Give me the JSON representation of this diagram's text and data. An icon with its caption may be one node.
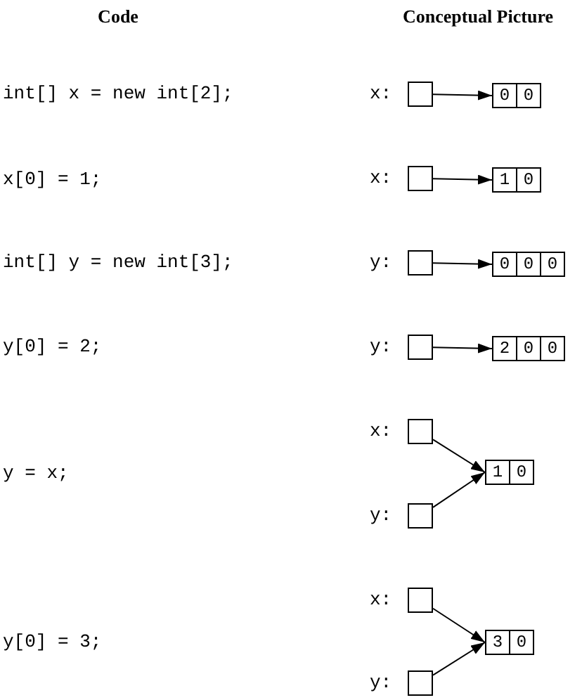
{
  "diagram": {
    "nodes": [
      {
        "text": [],
        "shape": "box",
        "beside": [
          "x:"
        ]
      },
      {
        "text": [],
        "shape": "box"
      },
      {
        "text": [
          "0"
        ],
        "in": 1
      },
      {
        "text": [
          "0"
        ],
        "in": 1
      },
      {
        "text": [],
        "shape": "box",
        "beside": [
          "x:"
        ]
      },
      {
        "text": [],
        "shape": "box"
      },
      {
        "text": [
          "1"
        ],
        "in": 5
      },
      {
        "text": [
          "0"
        ],
        "in": 5
      },
      {
        "text": [],
        "shape": "box",
        "beside": [
          "y:"
        ]
      },
      {
        "text": [],
        "shape": "box"
      },
      {
        "text": [
          "0"
        ],
        "in": 9
      },
      {
        "text": [
          "0"
        ],
        "in": 9
      },
      {
        "text": [
          "0"
        ],
        "in": 9
      },
      {
        "text": [],
        "shape": "box",
        "beside": [
          "y:"
        ]
      },
      {
        "text": [],
        "shape": "box"
      },
      {
        "text": [
          "2"
        ],
        "in": 14
      },
      {
        "text": [
          "0"
        ],
        "in": 14
      },
      {
        "text": [
          "0"
        ],
        "in": 14
      },
      {
        "text": [],
        "shape": "box",
        "beside": [
          "x:"
        ]
      },
      {
        "text": [],
        "shape": "box"
      },
      {
        "text": [
          "1"
        ],
        "in": 19
      },
      {
        "text": [
          "0"
        ],
        "in": 19
      },
      {
        "text": [],
        "shape": "box",
        "beside": [
          "y:"
        ]
      },
      {
        "text": [],
        "shape": "box",
        "beside": [
          "x:"
        ]
      },
      {
        "text": [],
        "shape": "box"
      },
      {
        "text": [
          "3"
        ],
        "in": 24
      },
      {
        "text": [
          "0"
        ],
        "in": 24
      },
      {
        "text": [],
        "shape": "box",
        "beside": [
          "y:"
        ]
      }
    ],
    "edges": [
      {
        "from": 0,
        "to": 1,
        "arrow": "to"
      },
      {
        "from": 4,
        "to": 5,
        "arrow": "to"
      },
      {
        "from": 8,
        "to": 9,
        "arrow": "to"
      },
      {
        "from": 13,
        "to": 14,
        "arrow": "to"
      },
      {
        "from": 18,
        "to": 19,
        "arrow": "to"
      },
      {
        "from": 22,
        "to": 19,
        "arrow": "to"
      },
      {
        "from": 23,
        "to": 24,
        "arrow": "to"
      },
      {
        "from": 27,
        "to": 24,
        "arrow": "to"
      }
    ],
    "labels": [
      "Code",
      "Conceptual Picture",
      "int[] x = new int[2];",
      "x[0] = 1;",
      "int[] y = new int[3];",
      "y[0] = 2;",
      "y = x;",
      "y[0] = 3;"
    ]
  }
}
